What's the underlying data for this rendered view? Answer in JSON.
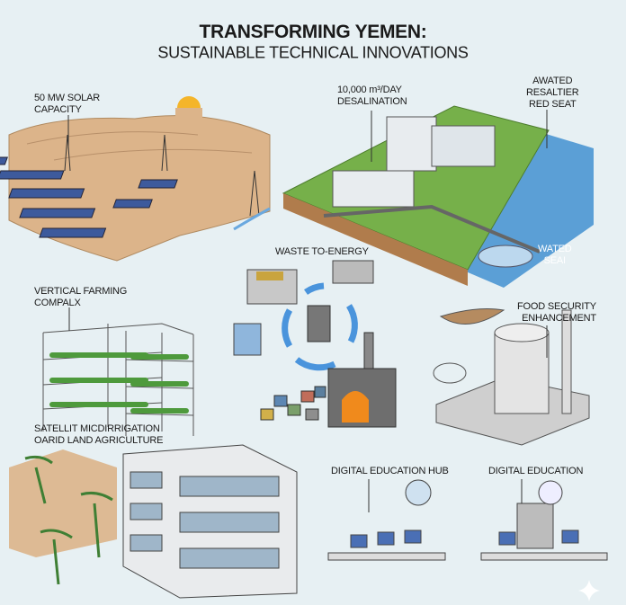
{
  "header": {
    "title": "TRANSFORMING YEMEN:",
    "subtitle": "SUSTAINABLE TECHNICAL INNOVATIONS"
  },
  "labels": {
    "solar": [
      "50 MW SOLAR",
      "CAPACITY"
    ],
    "desalination": [
      "10,000 m³/DAY",
      "DESALINATION"
    ],
    "red_sea": [
      "AWATED",
      "RESALTIER",
      "RED SEAT"
    ],
    "water": [
      "WATED",
      "SEAI"
    ],
    "waste": "WASTE TO-ENERGY",
    "vertical_farming": [
      "VERTICAL FARMING",
      "COMPALX"
    ],
    "food_security": [
      "FOOD SECURITY",
      "ENHANCEMENT"
    ],
    "irrigation": [
      "SATELLIT MICDIRRIGATION",
      "OARID LAND AGRICULTURE"
    ],
    "edu_hub": "DIGITAL EDUCATION HUB",
    "edu": "DIGITAL EDUCATION"
  },
  "colors": {
    "background": "#e7f0f3",
    "sand": "#dcb48a",
    "panel": "#3d5a9c",
    "grass": "#76b04a",
    "water": "#5b9fd6",
    "arrow": "#4a94dc",
    "fire": "#f08a1c",
    "sun": "#f4b52a"
  }
}
